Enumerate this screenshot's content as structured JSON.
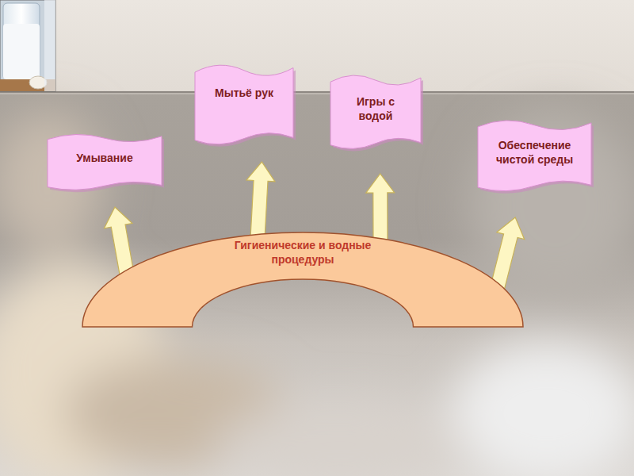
{
  "diagram": {
    "nodes": [
      {
        "text": [
          "Гигиенические и водные процедуры"
        ]
      },
      {
        "text": [
          "Умывание"
        ]
      },
      {
        "text": [
          "Мытьё рук"
        ]
      },
      {
        "text": [
          "Игры с водой"
        ]
      },
      {
        "text": [
          "Обеспечение чистой среды"
        ]
      }
    ],
    "edges": [
      {
        "from": 0,
        "to": 1,
        "arrow": "to"
      },
      {
        "from": 0,
        "to": 2,
        "arrow": "to"
      },
      {
        "from": 0,
        "to": 3,
        "arrow": "to"
      },
      {
        "from": 0,
        "to": 4,
        "arrow": "to"
      }
    ]
  }
}
